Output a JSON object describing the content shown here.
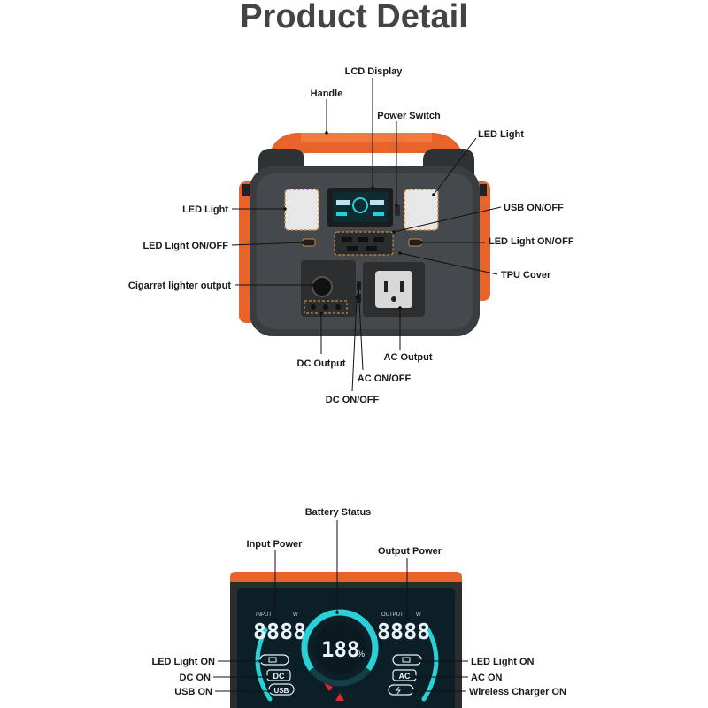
{
  "page_title": "Product Detail",
  "callouts_top": {
    "lcd_display": "LCD Display",
    "handle": "Handle",
    "power_switch": "Power Switch",
    "led_light_top_right": "LED Light",
    "led_light_left": "LED Light",
    "usb_on_off": "USB ON/OFF",
    "led_light_on_off_left": "LED Light ON/OFF",
    "led_light_on_off_right": "LED Light ON/OFF",
    "tpu_cover": "TPU Cover",
    "cigarette_lighter_output": "Cigarret lighter output",
    "dc_output": "DC Output",
    "ac_output": "AC Output",
    "ac_on_off": "AC ON/OFF",
    "dc_on_off": "DC ON/OFF"
  },
  "callouts_lcd": {
    "battery_status": "Battery Status",
    "input_power": "Input Power",
    "output_power": "Output Power",
    "led_light_on_left": "LED Light ON",
    "dc_on": "DC ON",
    "usb_on": "USB ON",
    "led_light_on_right": "LED Light ON",
    "ac_on": "AC ON",
    "wireless_charger_on": "Wireless Charger ON"
  },
  "lcd_screen": {
    "input_label": "INPUT",
    "input_unit": "W",
    "input_digits": "8888",
    "output_label": "OUTPUT",
    "output_unit": "W",
    "output_digits": "8888",
    "battery_digits": "188",
    "battery_unit": "%",
    "dc_icon": "DC",
    "usb_icon": "USB",
    "ac_icon": "AC"
  },
  "colors": {
    "accent_orange": "#e8632a",
    "body_dark": "#3a3d40",
    "lcd_teal": "#2ad0d8",
    "lcd_digits": "#e8f4f8",
    "warning_red": "#e0262e"
  }
}
